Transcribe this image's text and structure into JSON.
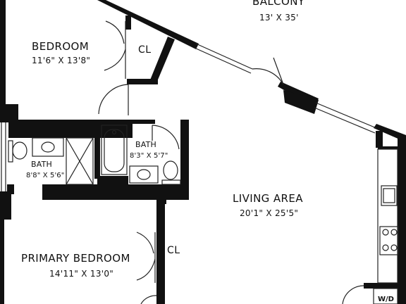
{
  "rooms": {
    "balcony": {
      "name": "BALCONY",
      "dims": "13' X 35'"
    },
    "bedroom": {
      "name": "BEDROOM",
      "dims": "11'6\" X 13'8\""
    },
    "bedroom_closet": {
      "name": "CL"
    },
    "bath_left": {
      "name": "BATH",
      "dims": "8'8\" X 5'6\""
    },
    "bath_right": {
      "name": "BATH",
      "dims": "8'3\" X 5'7\""
    },
    "living": {
      "name": "LIVING AREA",
      "dims": "20'1\" X 25'5\""
    },
    "primary_bedroom": {
      "name": "PRIMARY BEDROOM",
      "dims": "14'11\" X 13'0\""
    },
    "primary_closet": {
      "name": "CL"
    },
    "laundry": {
      "name": "W/D"
    }
  },
  "colors": {
    "wall": "#111111",
    "line": "#222222",
    "background": "#ffffff"
  }
}
